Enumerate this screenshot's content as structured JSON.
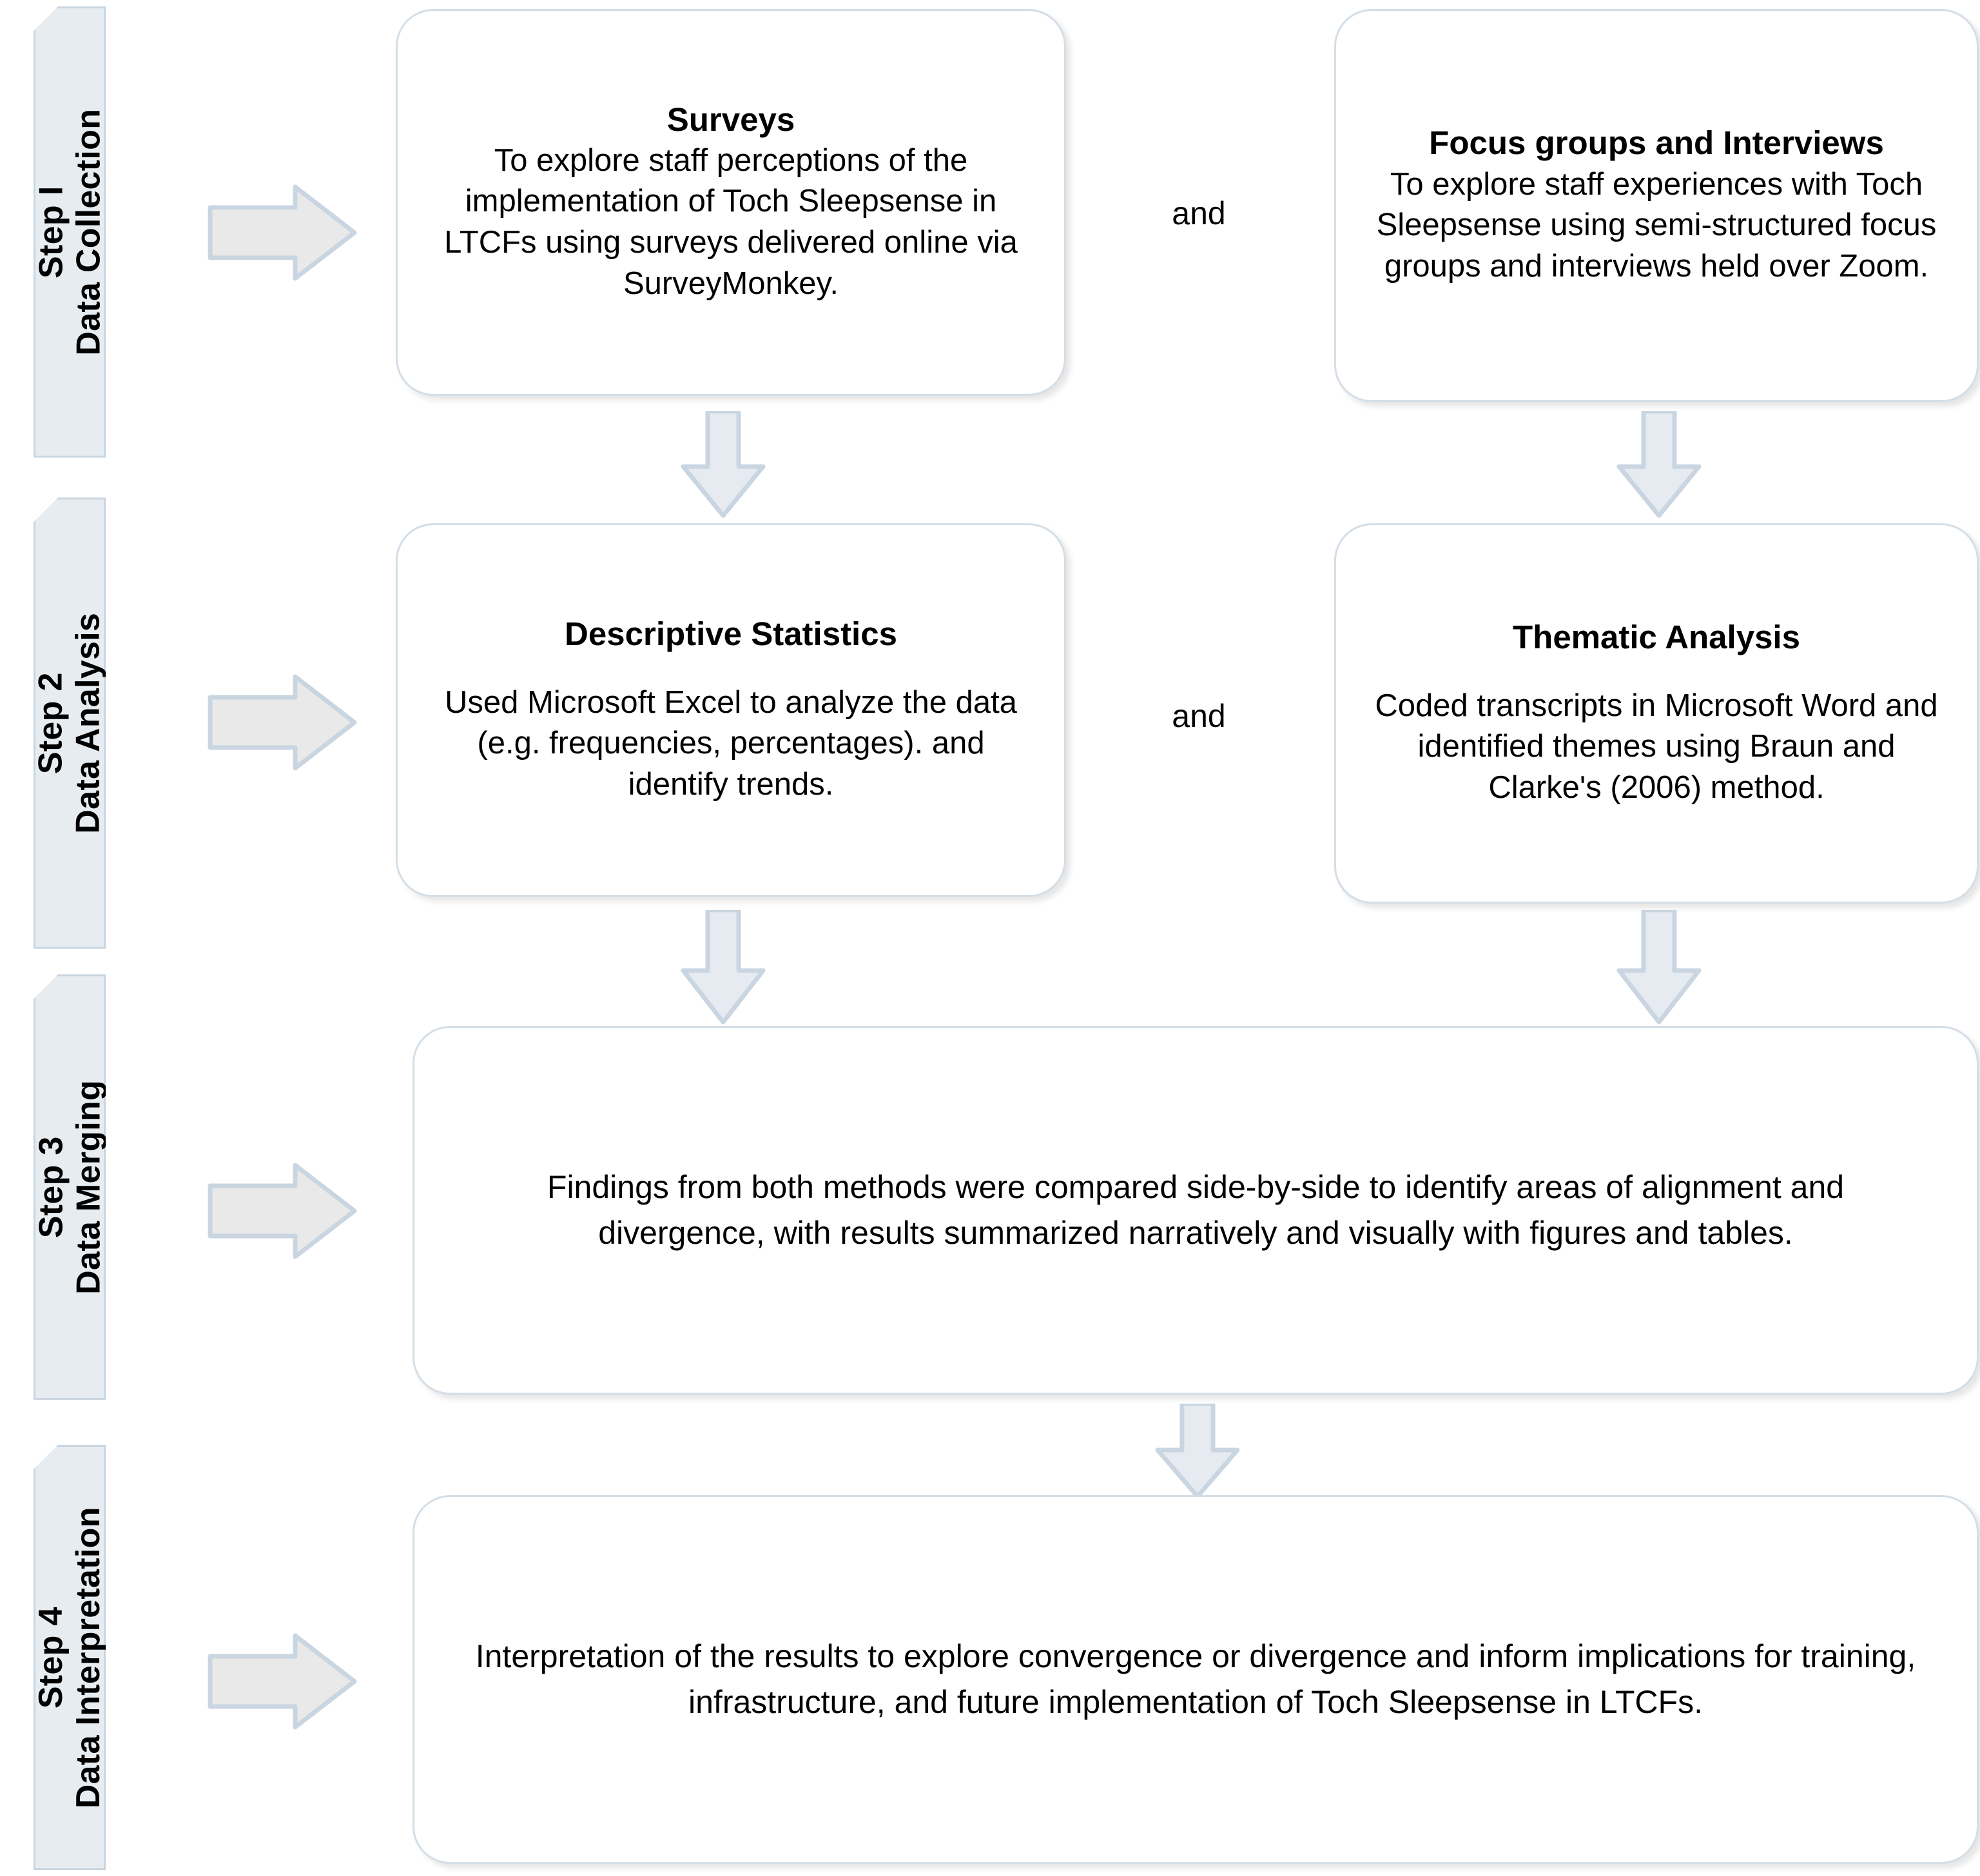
{
  "colors": {
    "banner_fill": "#e7ecf1",
    "banner_border": "#c9d5e0",
    "box_border": "#d4dee7",
    "box_fill": "#ffffff",
    "right_arrow_fill": "#e9e9e9",
    "right_arrow_border": "#c9d5e0",
    "down_arrow_fill": "#e5ebf1",
    "down_arrow_border": "#c9d5e0",
    "text": "#000000",
    "page_background": "#ffffff"
  },
  "steps": [
    {
      "id": "step-1",
      "number_label": "Step I",
      "name_label": "Data Collection"
    },
    {
      "id": "step-2",
      "number_label": "Step 2",
      "name_label": "Data Analysis"
    },
    {
      "id": "step-3",
      "number_label": "Step 3",
      "name_label": "Data Merging"
    },
    {
      "id": "step-4",
      "number_label": "Step 4",
      "name_label": "Data Interpretation"
    }
  ],
  "nodes": {
    "surveys": {
      "title": "Surveys",
      "body": "To explore staff perceptions of the implementation of Toch Sleepsense in LTCFs using surveys delivered online via SurveyMonkey."
    },
    "focus_groups": {
      "title": "Focus groups and Interviews",
      "body": "To explore staff experiences with Toch Sleepsense using semi-structured focus groups and interviews held over Zoom."
    },
    "descriptive_statistics": {
      "title": "Descriptive Statistics",
      "body": "Used Microsoft Excel to analyze the data (e.g. frequencies, percentages). and identify trends."
    },
    "thematic_analysis": {
      "title": "Thematic Analysis",
      "body": "Coded transcripts in Microsoft Word and identified themes using Braun and Clarke's (2006) method."
    },
    "data_merging": {
      "body": "Findings from both methods were compared side-by-side to identify areas of alignment and divergence, with results summarized narratively and visually with figures and tables."
    },
    "data_interpretation": {
      "body": "Interpretation of the results to explore convergence or divergence and inform implications for training,  infrastructure, and future implementation of Toch Sleepsense in LTCFs."
    }
  },
  "connectors": {
    "and_step1": "and",
    "and_step2": "and"
  },
  "icons": {
    "right_arrow": "right-arrow-icon",
    "down_arrow": "down-arrow-icon"
  }
}
